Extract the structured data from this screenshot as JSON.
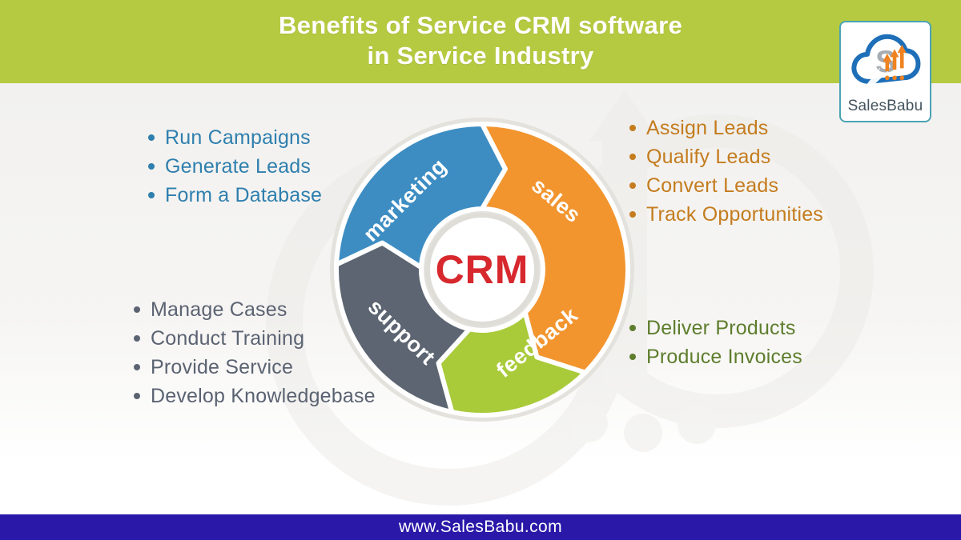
{
  "header": {
    "title_line1": "Benefits of Service CRM software",
    "title_line2": "in Service Industry",
    "bg_color": "#b6ca41",
    "text_color": "#ffffff"
  },
  "logo": {
    "name": "SalesBabu",
    "border_color": "#4aa3b4",
    "cloud_color": "#1e6fb8",
    "accent_color": "#f08321",
    "s_color": "#a7adb3",
    "text_color": "#44545e"
  },
  "wheel": {
    "center_label": "CRM",
    "center_label_color": "#d7282e",
    "segments": [
      {
        "label": "marketing",
        "color": "#3d8dc3",
        "start": 272,
        "end": 360,
        "label_angle": 312,
        "label_radius": 128,
        "label_rotation": -45
      },
      {
        "label": "sales",
        "color": "#f2952f",
        "start": 0,
        "end": 135,
        "label_angle": 47,
        "label_radius": 125,
        "label_rotation": 40
      },
      {
        "label": "feedback",
        "color": "#a9cb3a",
        "start": 135,
        "end": 192,
        "label_angle": 143,
        "label_radius": 116,
        "label_rotation": -39
      },
      {
        "label": "support",
        "color": "#5c6571",
        "start": 192,
        "end": 272,
        "label_angle": 232,
        "label_radius": 129,
        "label_rotation": 44
      }
    ]
  },
  "lists": {
    "marketing": {
      "color": "#2f7fae",
      "items": [
        "Run Campaigns",
        "Generate Leads",
        "Form a Database"
      ]
    },
    "sales": {
      "color": "#c47c1e",
      "items": [
        "Assign Leads",
        "Qualify Leads",
        "Convert Leads",
        "Track Opportunities"
      ]
    },
    "support": {
      "color": "#5b6372",
      "items": [
        "Manage Cases",
        "Conduct Training",
        "Provide Service",
        "Develop Knowledgebase"
      ]
    },
    "feedback": {
      "color": "#5e7d2d",
      "items": [
        "Deliver Products",
        "Produce Invoices"
      ]
    }
  },
  "footer": {
    "url": "www.SalesBabu.com",
    "bg_color": "#2a19a8"
  }
}
